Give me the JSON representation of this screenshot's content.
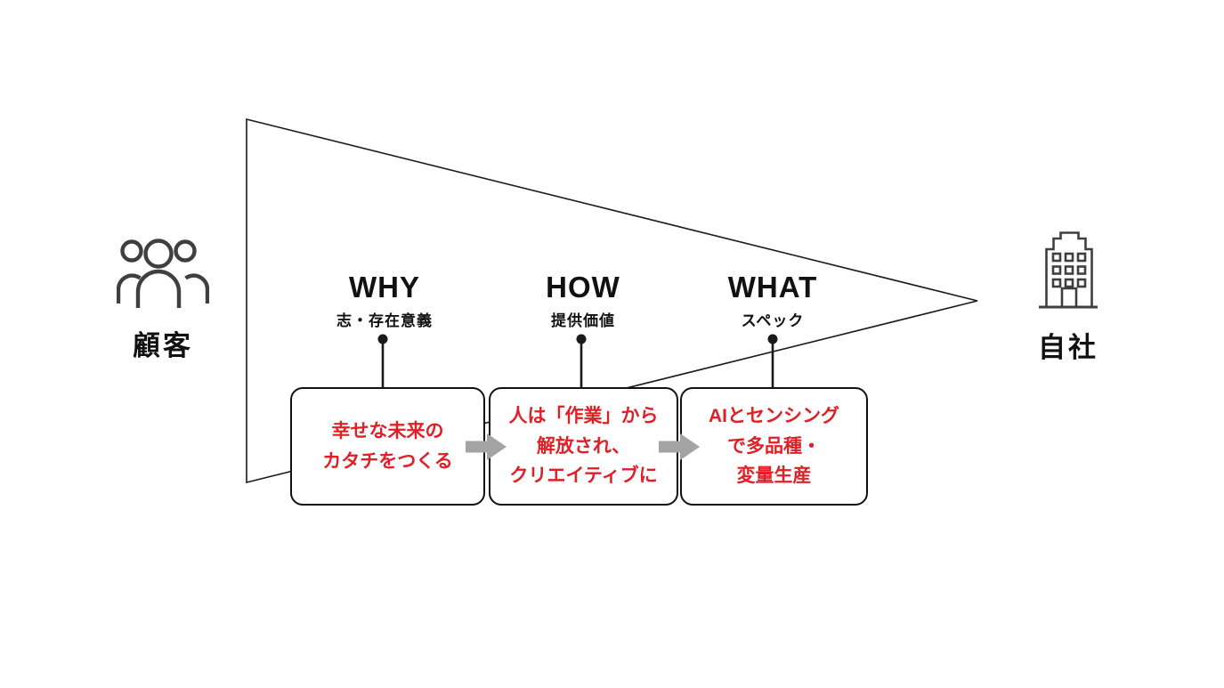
{
  "diagram": {
    "title": "why-how-what-funnel",
    "left_actor": {
      "label": "顧客",
      "icon": "people-group-icon"
    },
    "right_actor": {
      "label": "自社",
      "icon": "office-building-icon"
    },
    "stages": [
      {
        "title": "WHY",
        "subtitle": "志・存在意義",
        "box_text": "幸せな未来の\nカタチをつくる"
      },
      {
        "title": "HOW",
        "subtitle": "提供価値",
        "box_text": "人は「作業」から\n解放され、\nクリエイティブに"
      },
      {
        "title": "WHAT",
        "subtitle": "スペック",
        "box_text": "AIとセンシング\nで多品種・\n変量生産"
      }
    ],
    "colors": {
      "box_text": "#e02026",
      "arrow": "#a3a3a3",
      "line": "#1a1a1a",
      "icon": "#3f3f3f"
    }
  }
}
